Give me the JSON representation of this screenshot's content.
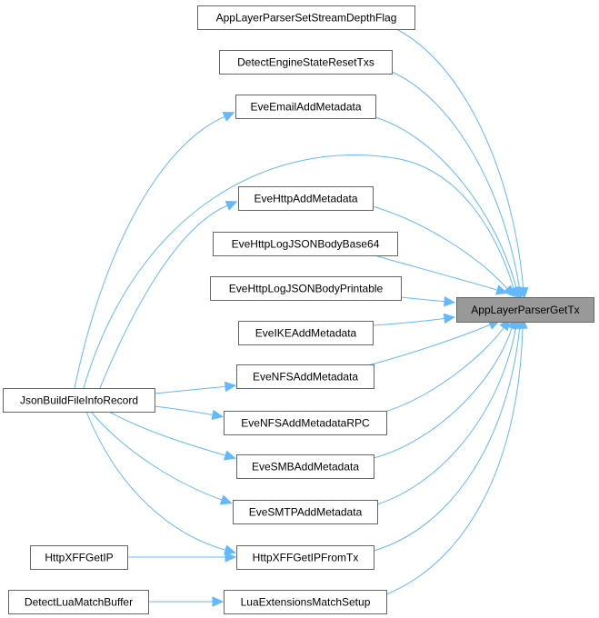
{
  "diagram": {
    "type": "call-graph",
    "focus_node": "AppLayerParserGetTx",
    "colors": {
      "edge": "#63b8ff",
      "node_border": "#666666",
      "focus_fill": "#999999",
      "node_fill": "#ffffff"
    },
    "nodes": [
      {
        "id": "AppLayerParserGetTx",
        "label": "AppLayerParserGetTx",
        "focus": true
      },
      {
        "id": "AppLayerParserSetStreamDepthFlag",
        "label": "AppLayerParserSetStreamDepthFlag"
      },
      {
        "id": "DetectEngineStateResetTxs",
        "label": "DetectEngineStateResetTxs"
      },
      {
        "id": "EveEmailAddMetadata",
        "label": "EveEmailAddMetadata"
      },
      {
        "id": "EveHttpAddMetadata",
        "label": "EveHttpAddMetadata"
      },
      {
        "id": "EveHttpLogJSONBodyBase64",
        "label": "EveHttpLogJSONBodyBase64"
      },
      {
        "id": "EveHttpLogJSONBodyPrintable",
        "label": "EveHttpLogJSONBodyPrintable"
      },
      {
        "id": "EveIKEAddMetadata",
        "label": "EveIKEAddMetadata"
      },
      {
        "id": "EveNFSAddMetadata",
        "label": "EveNFSAddMetadata"
      },
      {
        "id": "EveNFSAddMetadataRPC",
        "label": "EveNFSAddMetadataRPC"
      },
      {
        "id": "EveSMBAddMetadata",
        "label": "EveSMBAddMetadata"
      },
      {
        "id": "EveSMTPAddMetadata",
        "label": "EveSMTPAddMetadata"
      },
      {
        "id": "HttpXFFGetIPFromTx",
        "label": "HttpXFFGetIPFromTx"
      },
      {
        "id": "LuaExtensionsMatchSetup",
        "label": "LuaExtensionsMatchSetup"
      },
      {
        "id": "JsonBuildFileInfoRecord",
        "label": "JsonBuildFileInfoRecord"
      },
      {
        "id": "HttpXFFGetIP",
        "label": "HttpXFFGetIP"
      },
      {
        "id": "DetectLuaMatchBuffer",
        "label": "DetectLuaMatchBuffer"
      }
    ],
    "edges": [
      {
        "from": "AppLayerParserSetStreamDepthFlag",
        "to": "AppLayerParserGetTx"
      },
      {
        "from": "DetectEngineStateResetTxs",
        "to": "AppLayerParserGetTx"
      },
      {
        "from": "EveEmailAddMetadata",
        "to": "AppLayerParserGetTx"
      },
      {
        "from": "JsonBuildFileInfoRecord",
        "to": "AppLayerParserGetTx"
      },
      {
        "from": "EveHttpAddMetadata",
        "to": "AppLayerParserGetTx"
      },
      {
        "from": "EveHttpLogJSONBodyBase64",
        "to": "AppLayerParserGetTx"
      },
      {
        "from": "EveHttpLogJSONBodyPrintable",
        "to": "AppLayerParserGetTx"
      },
      {
        "from": "EveIKEAddMetadata",
        "to": "AppLayerParserGetTx"
      },
      {
        "from": "EveNFSAddMetadata",
        "to": "AppLayerParserGetTx"
      },
      {
        "from": "EveNFSAddMetadataRPC",
        "to": "AppLayerParserGetTx"
      },
      {
        "from": "EveSMBAddMetadata",
        "to": "AppLayerParserGetTx"
      },
      {
        "from": "EveSMTPAddMetadata",
        "to": "AppLayerParserGetTx"
      },
      {
        "from": "HttpXFFGetIPFromTx",
        "to": "AppLayerParserGetTx"
      },
      {
        "from": "LuaExtensionsMatchSetup",
        "to": "AppLayerParserGetTx"
      },
      {
        "from": "JsonBuildFileInfoRecord",
        "to": "EveEmailAddMetadata"
      },
      {
        "from": "JsonBuildFileInfoRecord",
        "to": "EveHttpAddMetadata"
      },
      {
        "from": "JsonBuildFileInfoRecord",
        "to": "EveNFSAddMetadata"
      },
      {
        "from": "JsonBuildFileInfoRecord",
        "to": "EveNFSAddMetadataRPC"
      },
      {
        "from": "JsonBuildFileInfoRecord",
        "to": "EveSMBAddMetadata"
      },
      {
        "from": "JsonBuildFileInfoRecord",
        "to": "EveSMTPAddMetadata"
      },
      {
        "from": "JsonBuildFileInfoRecord",
        "to": "HttpXFFGetIPFromTx"
      },
      {
        "from": "HttpXFFGetIP",
        "to": "HttpXFFGetIPFromTx"
      },
      {
        "from": "DetectLuaMatchBuffer",
        "to": "LuaExtensionsMatchSetup"
      }
    ]
  }
}
